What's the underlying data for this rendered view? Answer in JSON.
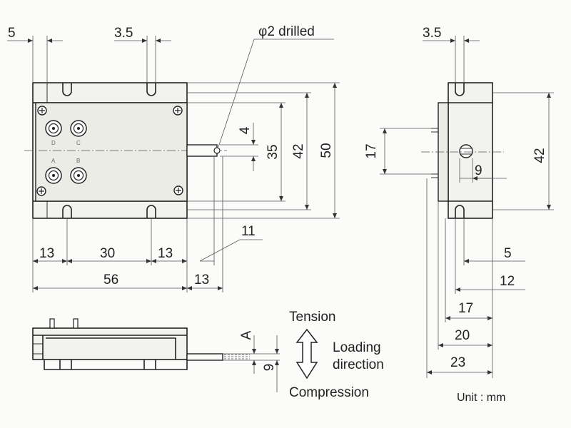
{
  "figure": {
    "drill_note": "φ2 drilled",
    "unit_note": "Unit : mm",
    "loading": {
      "tension": "Tension",
      "loading_line1": "Loading",
      "loading_line2": "direction",
      "compression": "Compression"
    },
    "connector_labels": [
      "D",
      "C",
      "A",
      "B"
    ],
    "front_view": {
      "top": [
        "5",
        "3.5"
      ],
      "vertical": [
        "4",
        "35",
        "42",
        "50"
      ],
      "bottom": [
        "11",
        "13",
        "30",
        "13",
        "56",
        "13"
      ]
    },
    "side_view": {
      "top": "3.5",
      "left": "17",
      "hole": "9",
      "right": "42",
      "bottom": [
        "5",
        "12",
        "17",
        "20",
        "23"
      ]
    },
    "bottom_view": {
      "marker": "A",
      "height": "9"
    }
  }
}
